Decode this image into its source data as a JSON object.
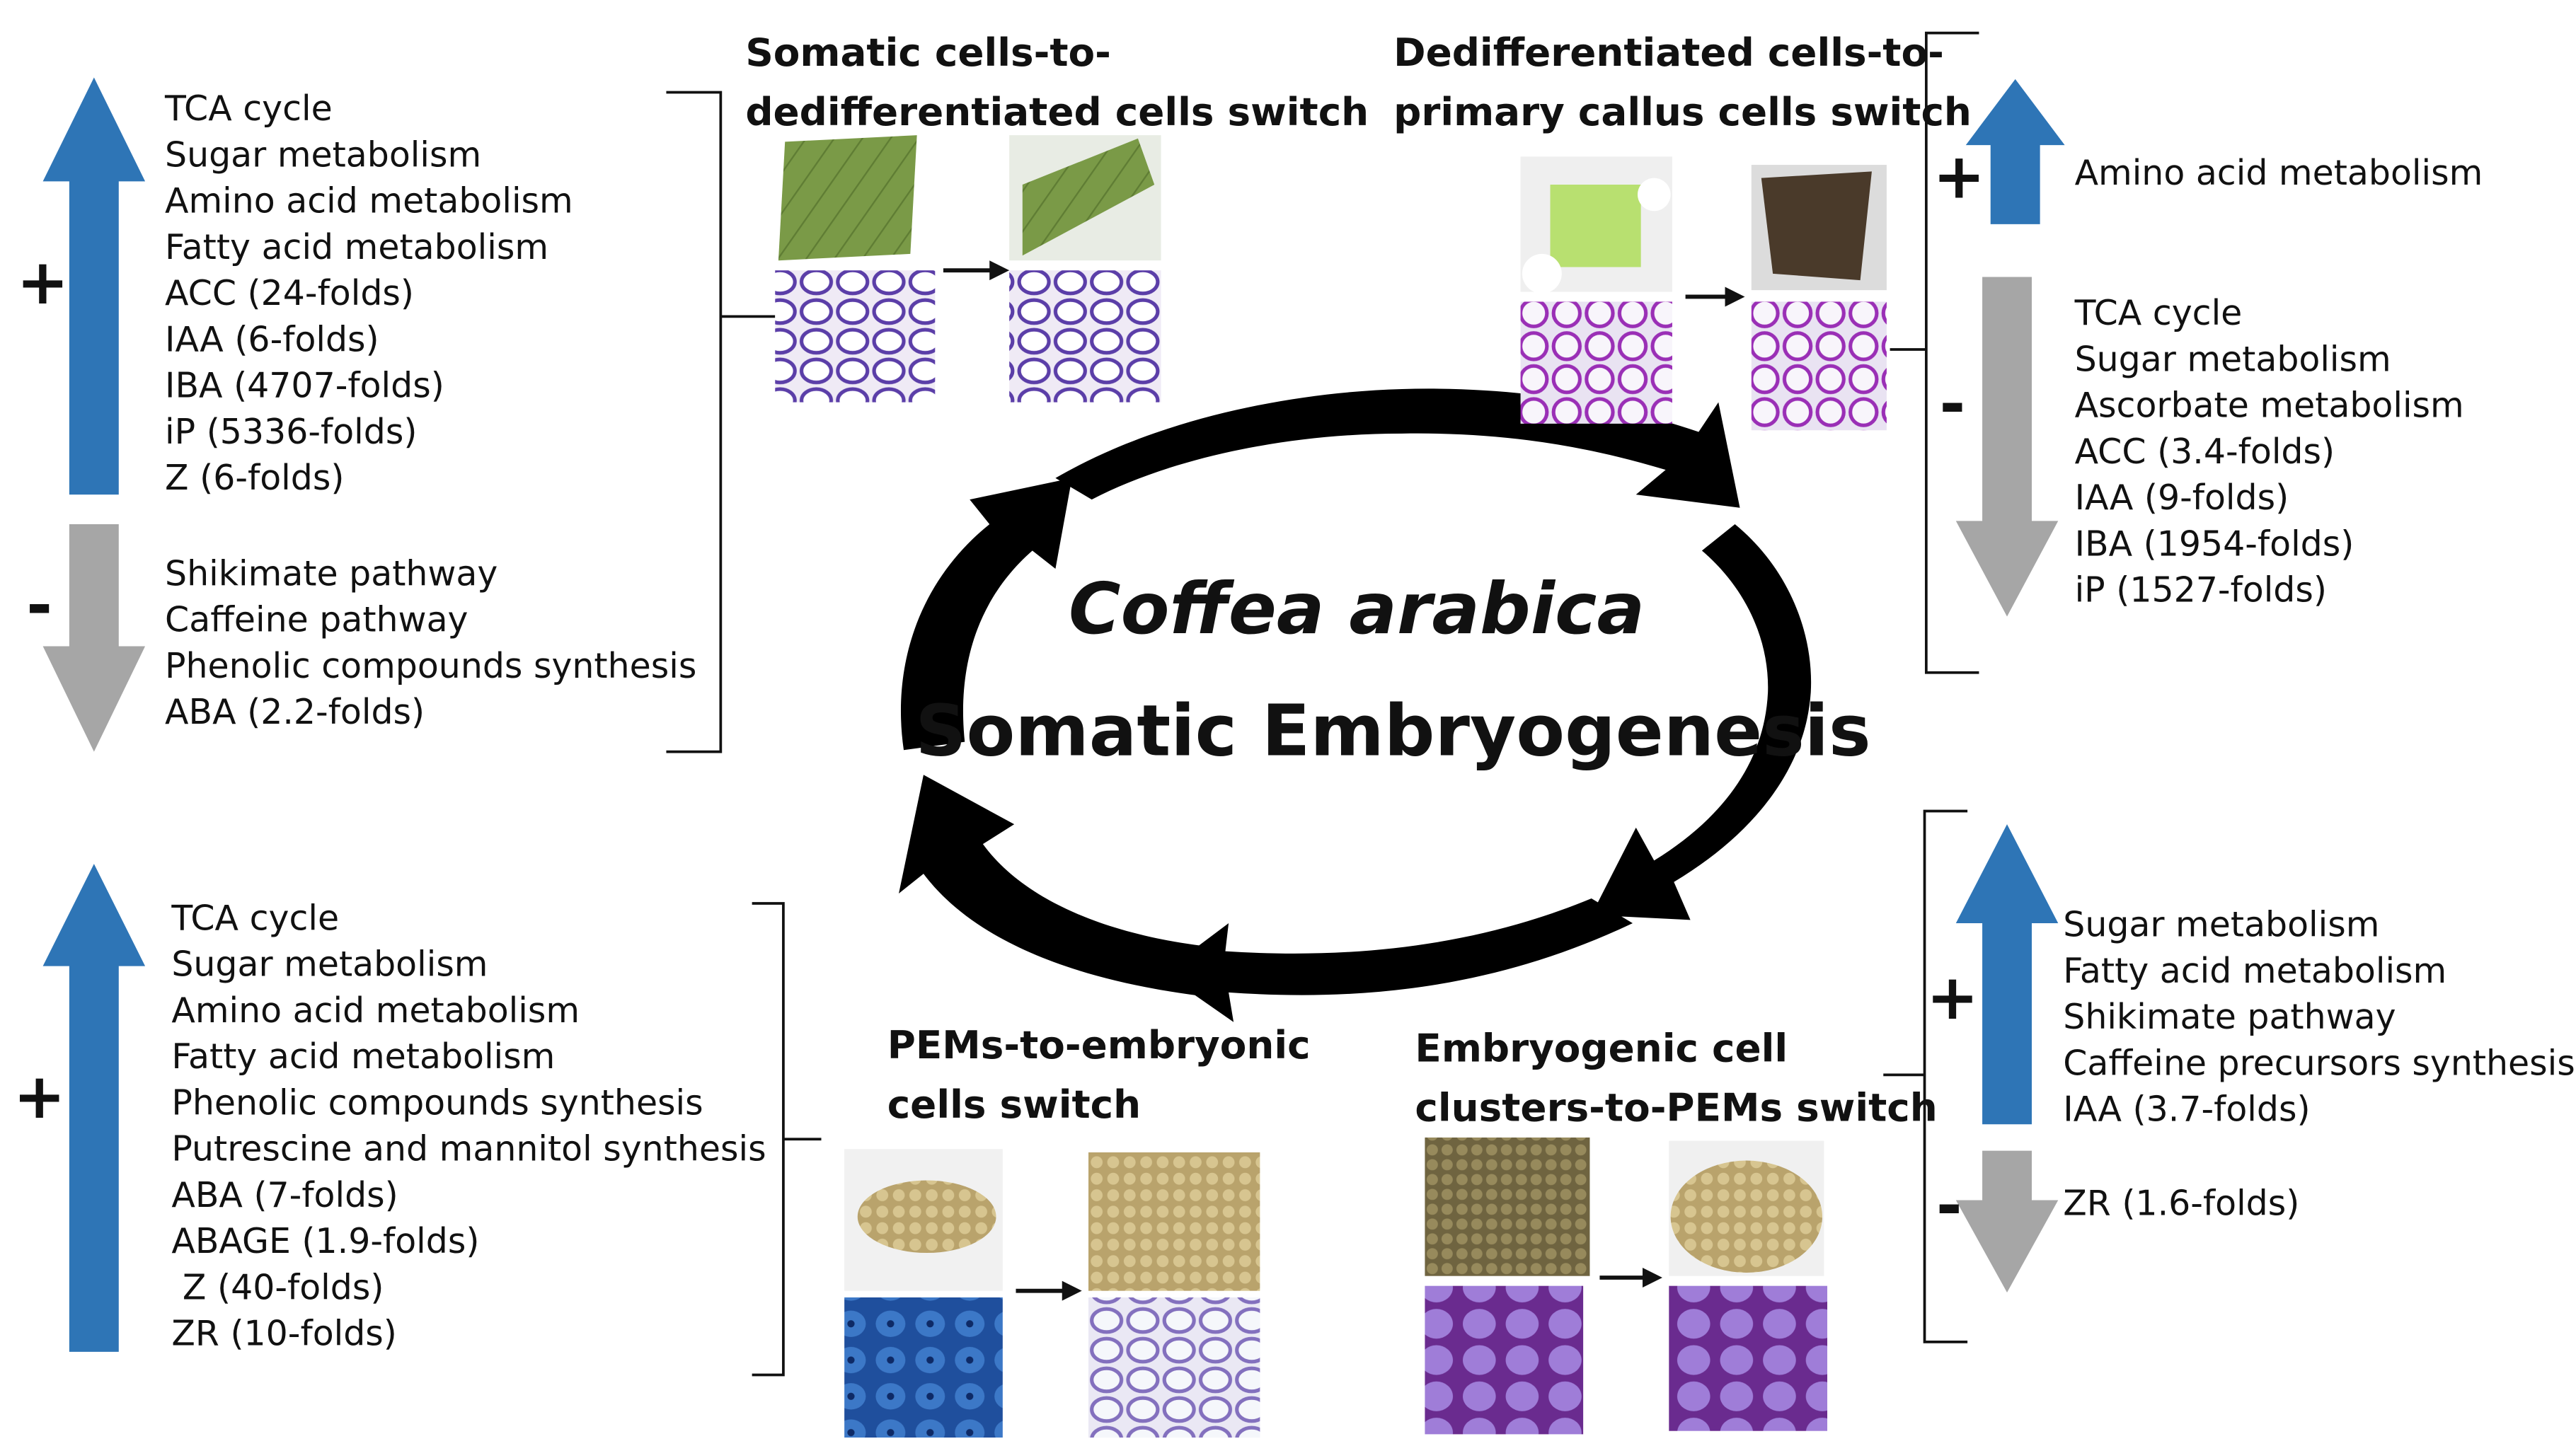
{
  "center": {
    "species": "Coffea arabica",
    "process": "Somatic Embryogenesis"
  },
  "colors": {
    "up_arrow": "#2e75b6",
    "down_arrow": "#a6a6a6",
    "cycle": "#000000"
  },
  "panels": {
    "somatic_to_dediff": {
      "title": [
        "Somatic cells-to-",
        "dedifferentiated cells switch"
      ],
      "up_sign": "+",
      "down_sign": "-",
      "up_items": [
        "TCA cycle",
        "Sugar metabolism",
        "Amino acid metabolism",
        "Fatty acid metabolism",
        "ACC (24-folds)",
        "IAA (6-folds)",
        "IBA (4707-folds)",
        "iP (5336-folds)",
        "Z (6-folds)"
      ],
      "down_items": [
        "Shikimate pathway",
        "Caffeine pathway",
        "Phenolic compounds synthesis",
        "ABA (2.2-folds)"
      ]
    },
    "dediff_to_callus": {
      "title": [
        "Dedifferentiated cells-to-",
        "primary callus cells switch"
      ],
      "up_sign": "+",
      "down_sign": "-",
      "up_items": [
        "Amino acid metabolism"
      ],
      "down_items": [
        "TCA cycle",
        "Sugar metabolism",
        "Ascorbate metabolism",
        "ACC (3.4-folds)",
        "IAA (9-folds)",
        "IBA (1954-folds)",
        "iP (1527-folds)"
      ]
    },
    "pems_to_embryonic": {
      "title": [
        "PEMs-to-embryonic",
        "cells switch"
      ],
      "up_sign": "+",
      "up_items": [
        "TCA cycle",
        "Sugar metabolism",
        "Amino acid metabolism",
        "Fatty acid metabolism",
        "Phenolic compounds synthesis",
        "Putrescine and mannitol synthesis",
        "ABA (7-folds)",
        "ABAGE (1.9-folds)",
        " Z (40-folds)",
        "ZR (10-folds)"
      ]
    },
    "clusters_to_pems": {
      "title": [
        "Embryogenic cell",
        "clusters-to-PEMs switch"
      ],
      "up_sign": "+",
      "down_sign": "-",
      "up_items": [
        "Sugar metabolism",
        "Fatty acid metabolism",
        "Shikimate pathway",
        "Caffeine precursors synthesis",
        "IAA (3.7-folds)"
      ],
      "down_items": [
        "ZR (1.6-folds)"
      ]
    }
  }
}
